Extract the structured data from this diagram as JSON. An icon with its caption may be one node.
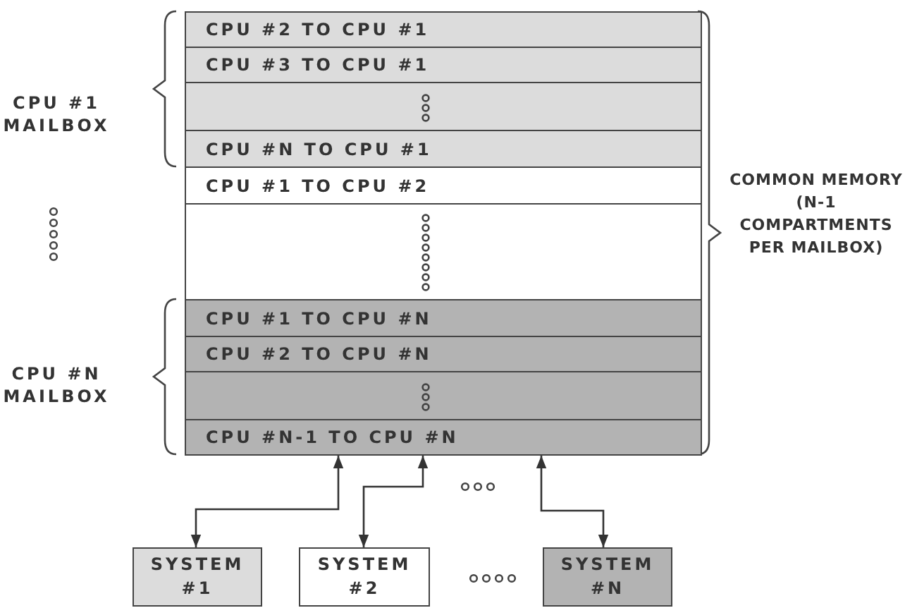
{
  "diagram": {
    "nodes": [
      {
        "text": [],
        "shape": "box"
      },
      {
        "text": [
          "CPU #2 TO CPU #1"
        ],
        "in": 0
      },
      {
        "text": [
          "CPU #3 TO CPU #1"
        ],
        "in": 0
      },
      {
        "text": [],
        "shape": "box",
        "in": 0
      },
      {
        "text": [
          "CPU #N TO CPU #1"
        ],
        "in": 0
      },
      {
        "text": [
          "CPU #1 TO CPU #2"
        ],
        "in": 0
      },
      {
        "text": [],
        "shape": "box",
        "in": 0
      },
      {
        "text": [
          "CPU #1 TO CPU #N"
        ],
        "in": 0
      },
      {
        "text": [
          "CPU #2 TO CPU #N"
        ],
        "in": 0
      },
      {
        "text": [],
        "shape": "box",
        "in": 0
      },
      {
        "text": [
          "CPU #N-1 TO CPU #N"
        ],
        "in": 0
      },
      {
        "text": [
          "SYSTEM #1"
        ]
      },
      {
        "text": [
          "SYSTEM #2"
        ]
      },
      {
        "text": [
          "SYSTEM #N"
        ]
      }
    ],
    "edges": [
      {
        "from": 11,
        "to": 0,
        "arrow": "both"
      },
      {
        "from": 12,
        "to": 0,
        "arrow": "both"
      },
      {
        "from": 13,
        "to": 0,
        "arrow": "both"
      }
    ],
    "labels": [
      "CPU #1 MAILBOX",
      "COMMON MEMORY (N-1 COMPARTMENTS PER MAILBOX)",
      "CPU #N MAILBOX"
    ]
  }
}
